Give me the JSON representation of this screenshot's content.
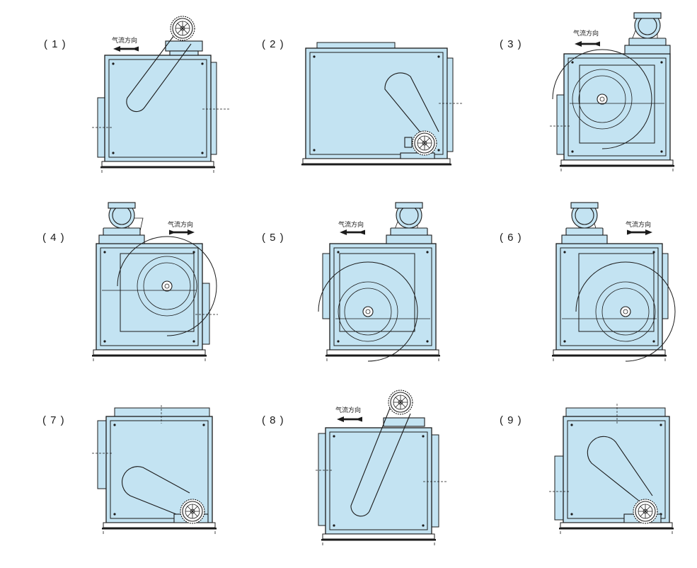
{
  "airflow_label": "气流方向",
  "airflow_label_vertical": [
    "气",
    "流",
    "方",
    "向"
  ],
  "figures": [
    {
      "label": "( 1 )",
      "name": "figure-1"
    },
    {
      "label": "( 2 )",
      "name": "figure-2"
    },
    {
      "label": "( 3 )",
      "name": "figure-3"
    },
    {
      "label": "( 4 )",
      "name": "figure-4"
    },
    {
      "label": "( 5 )",
      "name": "figure-5"
    },
    {
      "label": "( 6 )",
      "name": "figure-6"
    },
    {
      "label": "( 7 )",
      "name": "figure-7"
    },
    {
      "label": "( 8 )",
      "name": "figure-8"
    },
    {
      "label": "( 9 )",
      "name": "figure-9"
    }
  ],
  "colors": {
    "housing_fill": "#c3e3f2",
    "line": "#1b1b1b",
    "background": "#ffffff"
  }
}
